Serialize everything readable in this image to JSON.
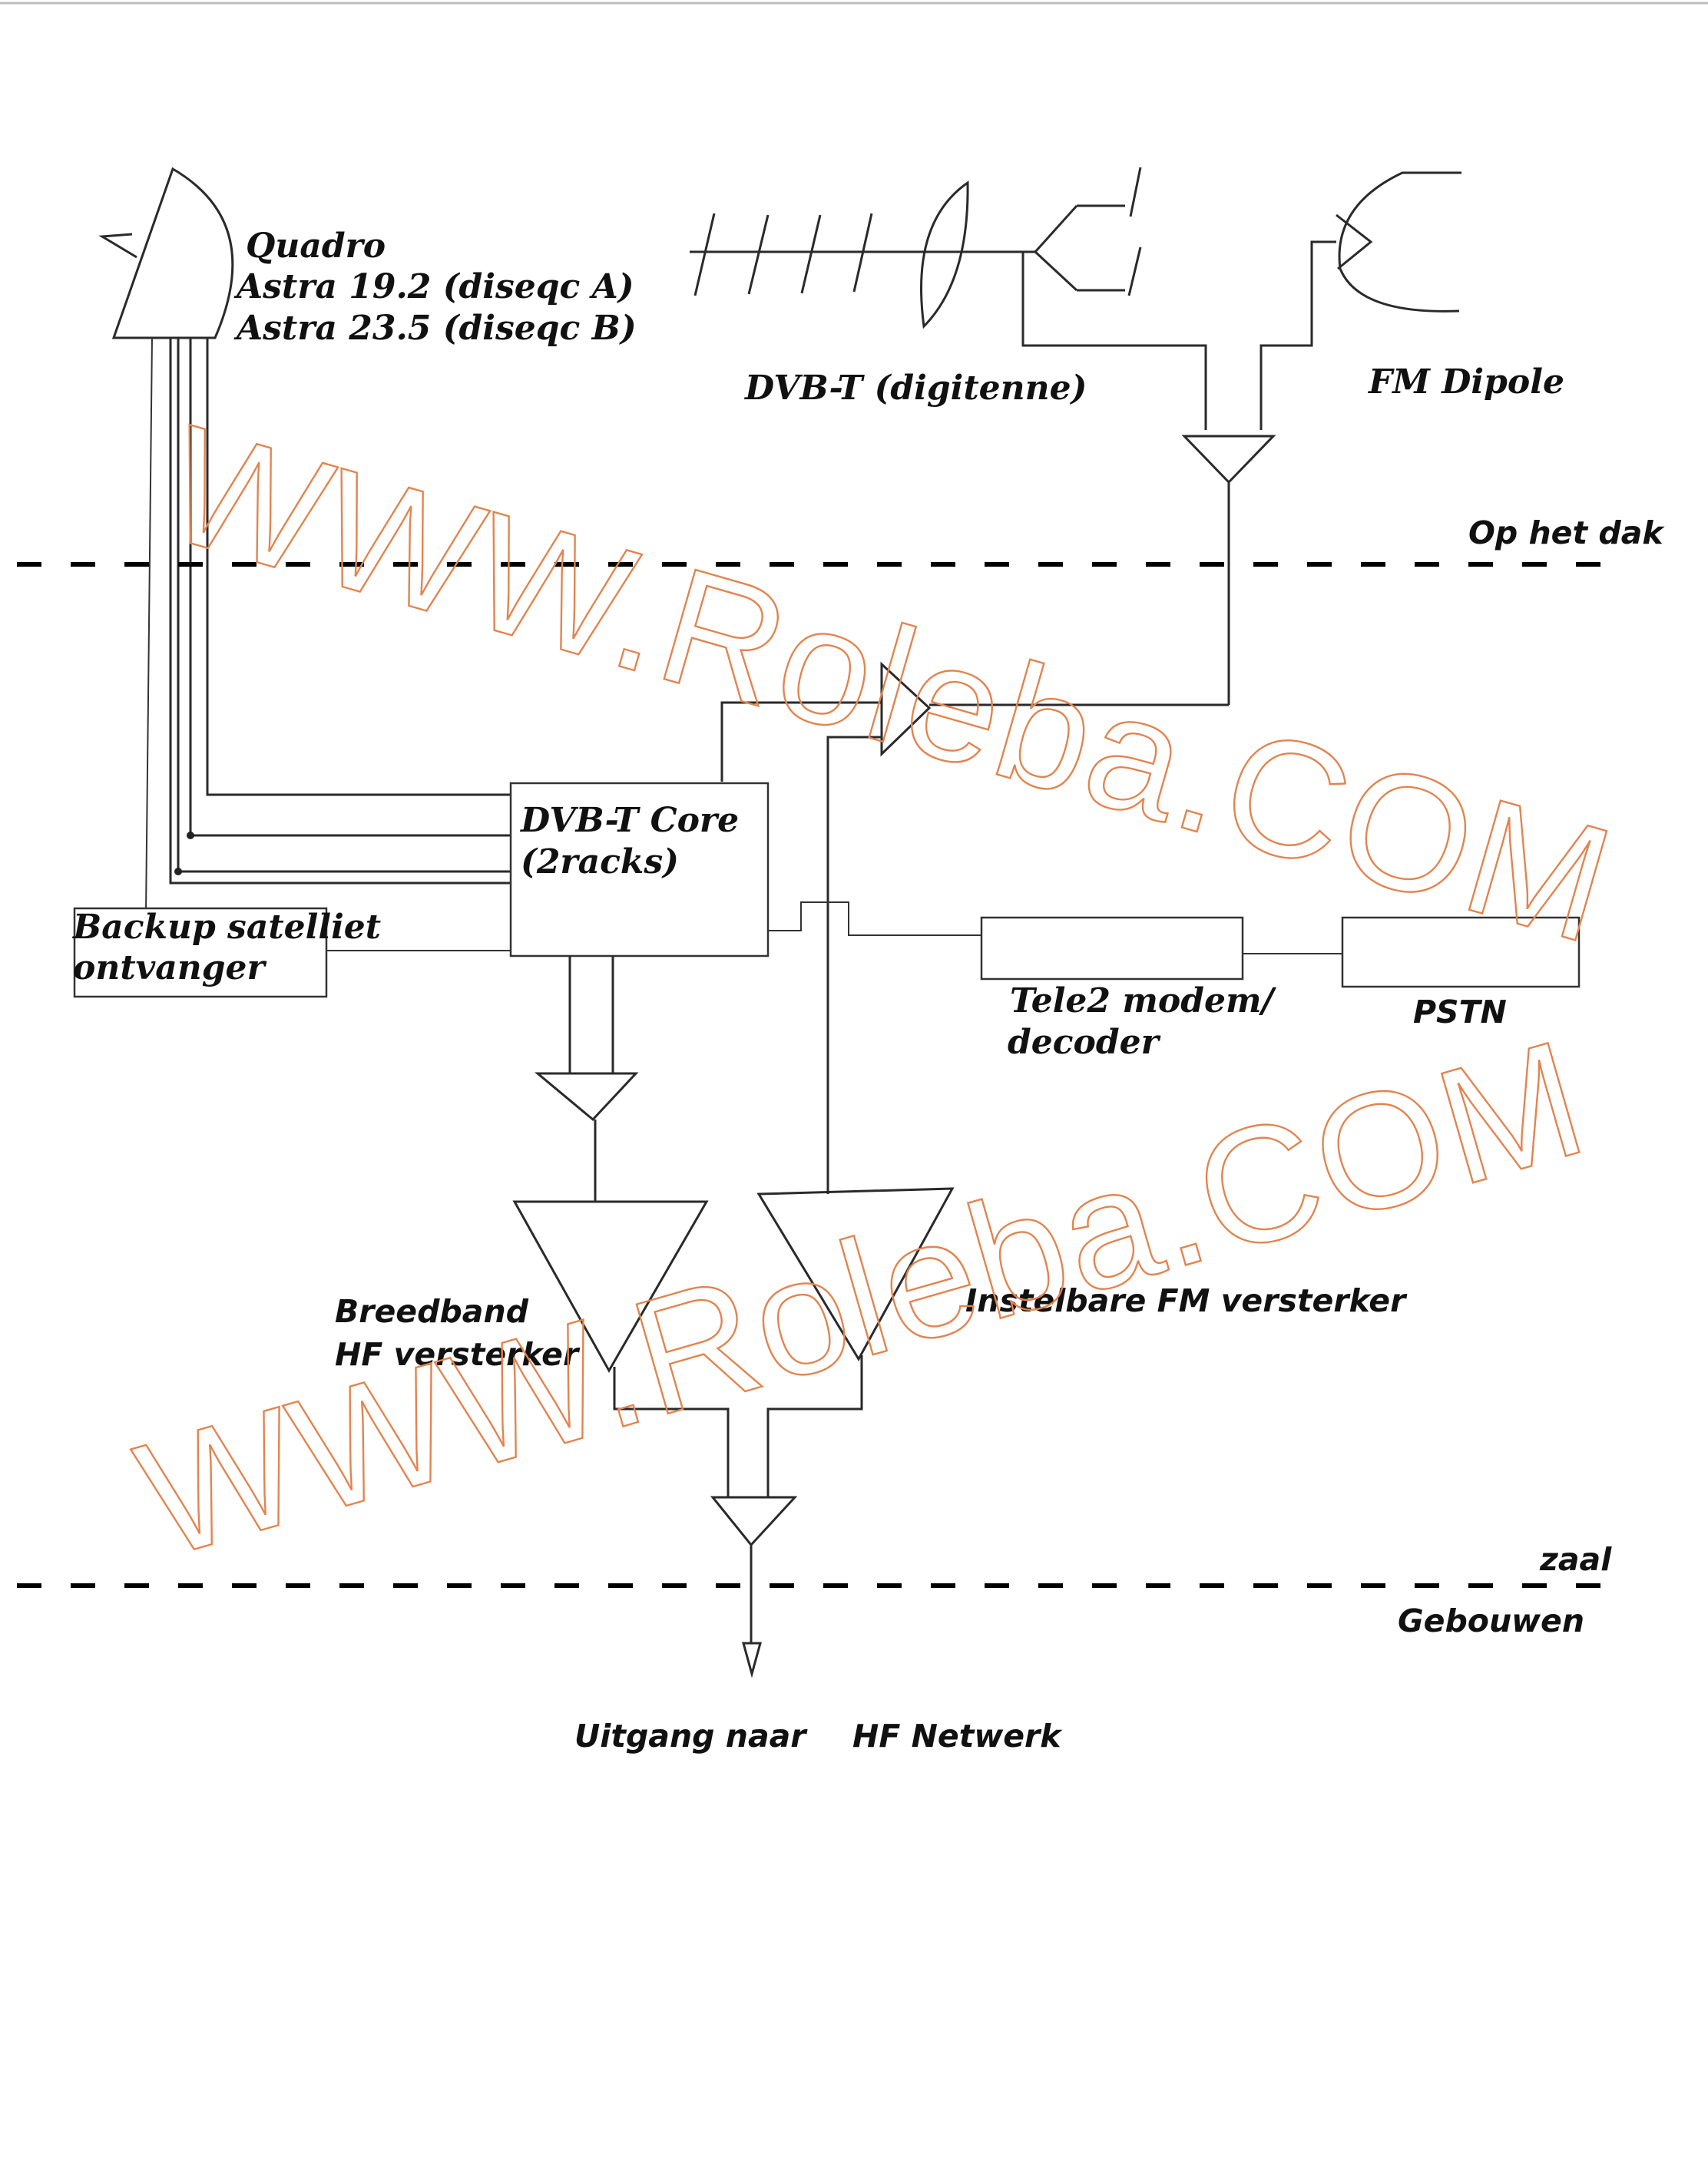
{
  "labels": {
    "quadro": "Quadro",
    "astra_a": "Astra 19.2 (diseqc A)",
    "astra_b": "Astra 23.5 (diseqc B)",
    "dvbt_antenna": "DVB-T (digitenne)",
    "fm_dipole": "FM Dipole",
    "roof": "Op het dak",
    "core_line1": "DVB-T Core",
    "core_line2": "(2racks)",
    "backup_line1": "Backup satelliet",
    "backup_line2": "ontvanger",
    "modem_line1": "Tele2 modem/",
    "modem_line2": "decoder",
    "pstn": "PSTN",
    "broadband_line1": "Breedband",
    "broadband_line2": "HF versterker",
    "fm_amp": "Instelbare FM versterker",
    "zaal": "zaal",
    "buildings": "Gebouwen",
    "output_a": "Uitgang naar",
    "output_b": "HF Netwerk"
  },
  "watermark": {
    "text": "WWW.Roleba.COM",
    "color": "#e2844f"
  }
}
